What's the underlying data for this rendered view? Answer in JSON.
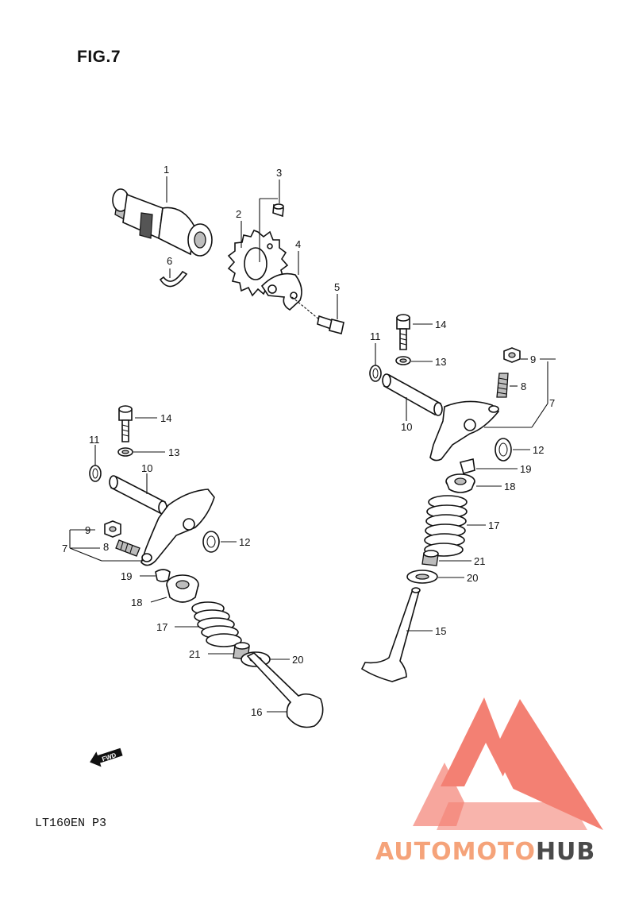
{
  "figure": {
    "title": "FIG.7",
    "model_code": "LT160EN P3"
  },
  "direction_tag": "FWD",
  "watermark": {
    "part1": "AUTOMOTO",
    "part2": "HUB",
    "color_primary": "#f26b5b",
    "color_secondary": "#3a3a3a",
    "color_text_light": "#f5a37a"
  },
  "callouts": {
    "c1": "1",
    "c2": "2",
    "c3": "3",
    "c4": "4",
    "c5": "5",
    "c6": "6",
    "c14r": "14",
    "c13r": "13",
    "c11r": "11",
    "c9r": "9",
    "c8r": "8",
    "c7r": "7",
    "c10r": "10",
    "c12r": "12",
    "c19r": "19",
    "c18r": "18",
    "c17r": "17",
    "c21r": "21",
    "c20r": "20",
    "c15": "15",
    "c14l": "14",
    "c13l": "13",
    "c11l": "11",
    "c10l": "10",
    "c9l": "9",
    "c8l": "8",
    "c7l": "7",
    "c12l": "12",
    "c19l": "19",
    "c18l": "18",
    "c17l": "17",
    "c21l": "21",
    "c20l": "20",
    "c16": "16"
  }
}
